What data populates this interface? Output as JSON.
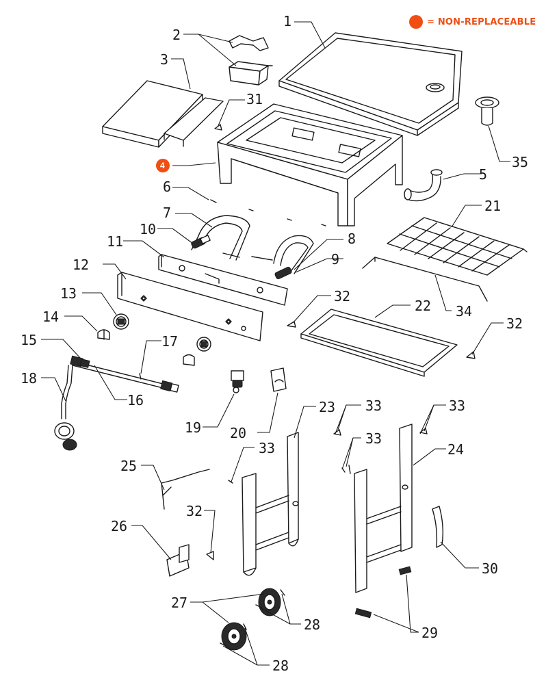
{
  "legend": {
    "marker_color": "#f04e13",
    "text": "= NON-REPLACEABLE"
  },
  "callouts": [
    {
      "id": "1",
      "label": "1"
    },
    {
      "id": "2",
      "label": "2"
    },
    {
      "id": "3",
      "label": "3"
    },
    {
      "id": "4",
      "label": "4",
      "non_replaceable": true
    },
    {
      "id": "5",
      "label": "5"
    },
    {
      "id": "6",
      "label": "6"
    },
    {
      "id": "7",
      "label": "7"
    },
    {
      "id": "8",
      "label": "8"
    },
    {
      "id": "9",
      "label": "9"
    },
    {
      "id": "10",
      "label": "10"
    },
    {
      "id": "11",
      "label": "11"
    },
    {
      "id": "12",
      "label": "12"
    },
    {
      "id": "13",
      "label": "13"
    },
    {
      "id": "14",
      "label": "14"
    },
    {
      "id": "15",
      "label": "15"
    },
    {
      "id": "16",
      "label": "16"
    },
    {
      "id": "17",
      "label": "17"
    },
    {
      "id": "18",
      "label": "18"
    },
    {
      "id": "19",
      "label": "19"
    },
    {
      "id": "20",
      "label": "20"
    },
    {
      "id": "21",
      "label": "21"
    },
    {
      "id": "22",
      "label": "22"
    },
    {
      "id": "23",
      "label": "23"
    },
    {
      "id": "24",
      "label": "24"
    },
    {
      "id": "25",
      "label": "25"
    },
    {
      "id": "26",
      "label": "26"
    },
    {
      "id": "27",
      "label": "27"
    },
    {
      "id": "28a",
      "label": "28"
    },
    {
      "id": "28b",
      "label": "28"
    },
    {
      "id": "29",
      "label": "29"
    },
    {
      "id": "30",
      "label": "30"
    },
    {
      "id": "31",
      "label": "31"
    },
    {
      "id": "32a",
      "label": "32"
    },
    {
      "id": "32b",
      "label": "32"
    },
    {
      "id": "32c",
      "label": "32"
    },
    {
      "id": "33a",
      "label": "33"
    },
    {
      "id": "33b",
      "label": "33"
    },
    {
      "id": "33c",
      "label": "33"
    },
    {
      "id": "33d",
      "label": "33"
    },
    {
      "id": "34",
      "label": "34"
    },
    {
      "id": "35",
      "label": "35"
    }
  ]
}
